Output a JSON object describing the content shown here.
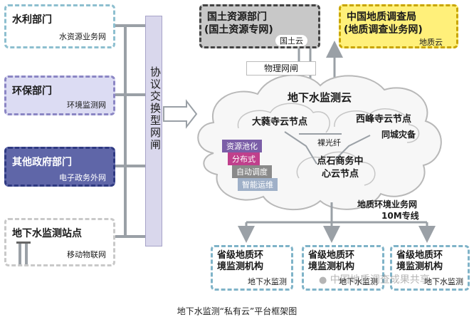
{
  "left_sources": [
    {
      "title": "水利部门",
      "sub": "水资源业务网"
    },
    {
      "title": "环保部门",
      "sub": "环境监测网"
    },
    {
      "title": "其他政府部门",
      "sub": "电子政务外网"
    },
    {
      "title": "地下水监测站点",
      "sub": "移动物联网"
    }
  ],
  "gateway_label": "协议交换型网闸",
  "top_boxes": {
    "land": {
      "title": "国土资源部门",
      "sub": "(国土资源专网)",
      "cloud": "国土云"
    },
    "geo": {
      "title": "中国地质调查局",
      "sub": "(地质调查业务网)",
      "cloud": "地质云"
    }
  },
  "physical_gateway": "物理网闸",
  "cloud": {
    "title": "地下水监测云",
    "nodes": [
      "大蕤寺云节点",
      "西峰寺云节点",
      "点石商务中\n心云节点"
    ],
    "fiber": "裸光纤",
    "backup": "同城灾备",
    "features": [
      {
        "label": "资源池化",
        "color": "#7b5ea7"
      },
      {
        "label": "分布式",
        "color": "#c0408c"
      },
      {
        "label": "自动调度",
        "color": "#8a8a8a"
      },
      {
        "label": "智能运维",
        "color": "#9fb0c8"
      }
    ]
  },
  "network": {
    "line1": "地质环境业务网",
    "line2": "10M专线"
  },
  "bottom_boxes": [
    {
      "title": "省级地质环\n境监测机构",
      "sub": "地下水监测"
    },
    {
      "title": "省级地质环\n境监测机构",
      "sub": "地下水监测"
    },
    {
      "title": "省级地质环\n境监测机构",
      "sub": "地下水监测"
    }
  ],
  "watermark": "中国地质调查成果共享",
  "caption": "地下水监测“私有云”平台框架图"
}
